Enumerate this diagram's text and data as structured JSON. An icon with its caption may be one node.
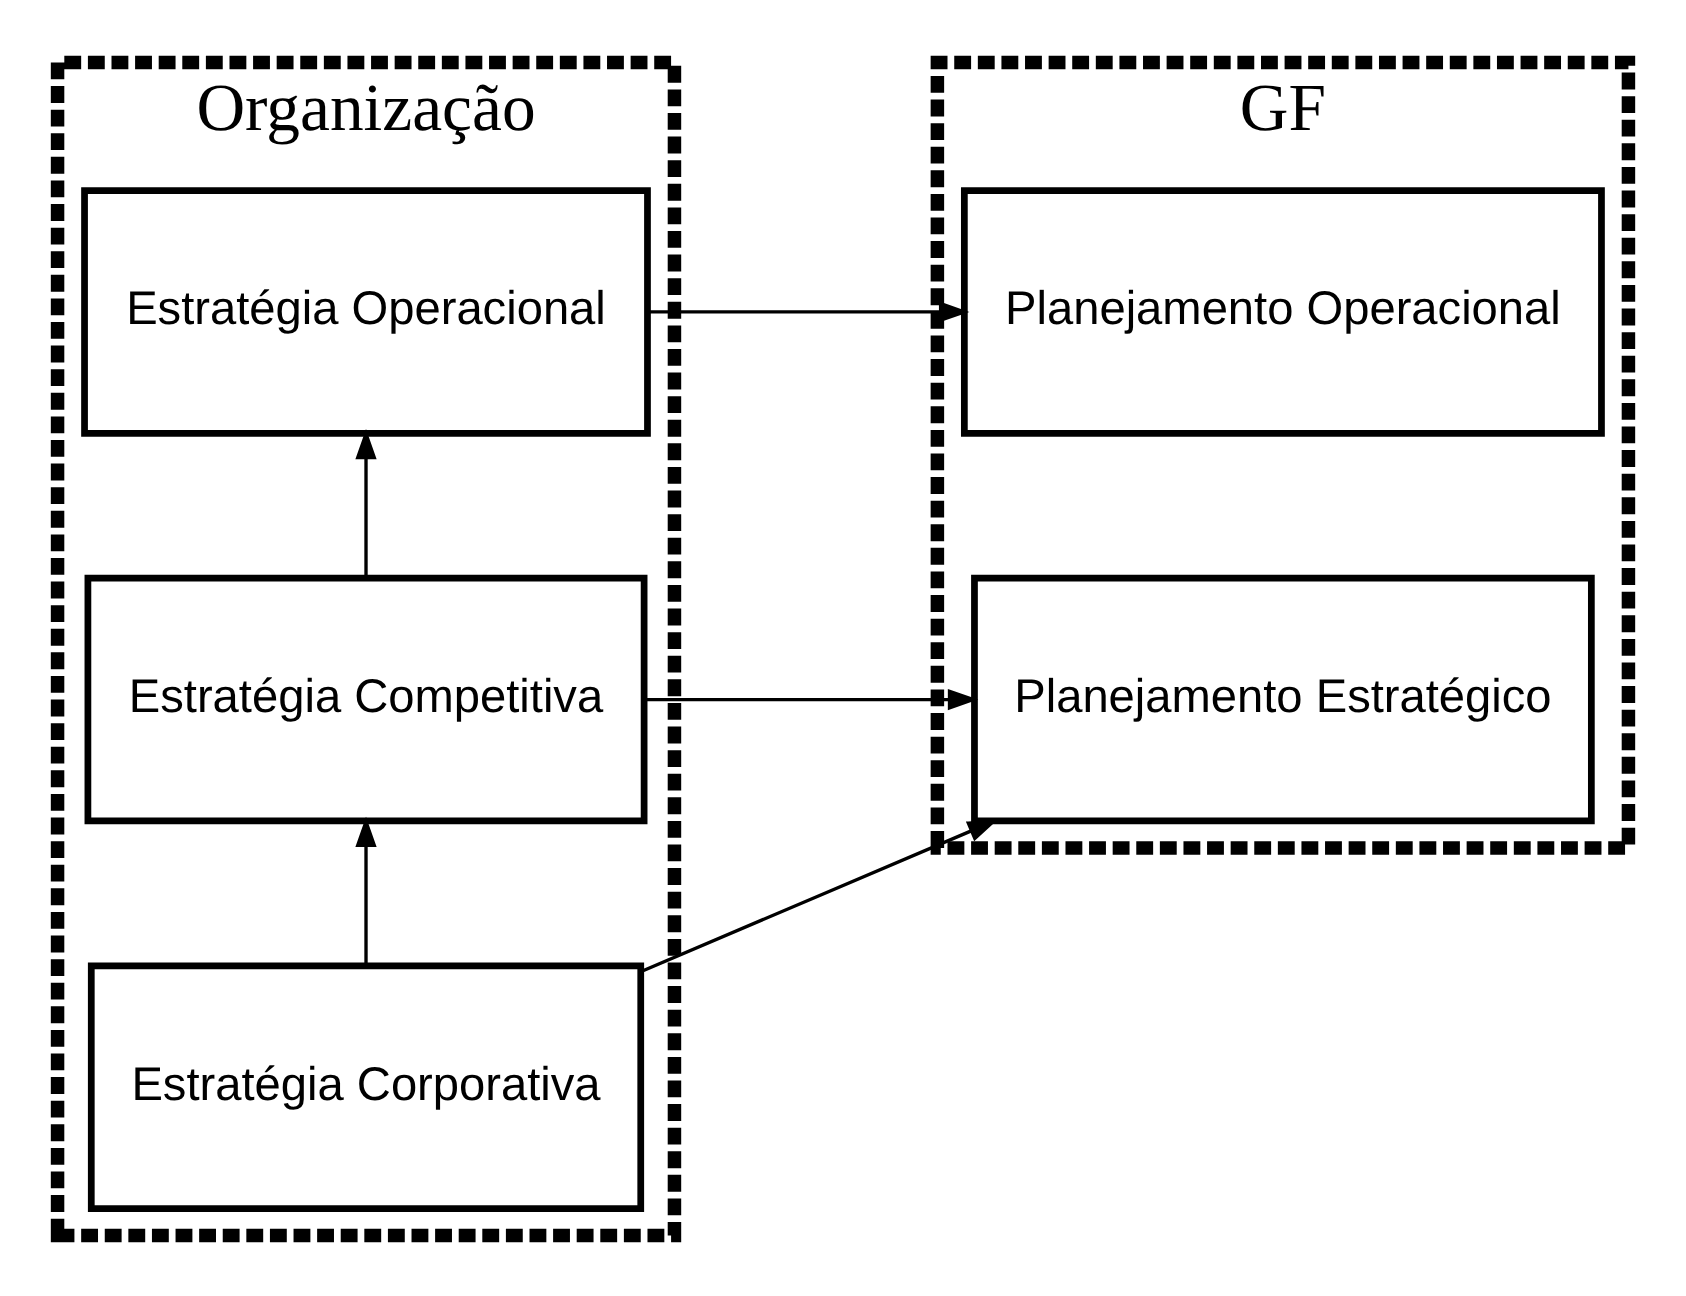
{
  "diagram": {
    "nodes": [
      {
        "text": [
          "Organização"
        ]
      },
      {
        "text": [
          "Estratégia Corporativa"
        ],
        "in": 0
      },
      {
        "text": [
          "Estratégia Competitiva"
        ],
        "in": 0
      },
      {
        "text": [
          "Estratégia Operacional"
        ],
        "in": 0
      },
      {
        "text": [
          "GF"
        ]
      },
      {
        "text": [
          "Planejamento Estratégico"
        ],
        "in": 4
      },
      {
        "text": [
          "Planejamento Operacional"
        ],
        "in": 4
      }
    ],
    "edges": [
      {
        "from": 1,
        "to": 2,
        "arrow": "to"
      },
      {
        "from": 2,
        "to": 3,
        "arrow": "to"
      },
      {
        "from": 1,
        "to": 5,
        "arrow": "to"
      },
      {
        "from": 2,
        "to": 5,
        "arrow": "to"
      },
      {
        "from": 3,
        "to": 6,
        "arrow": "to"
      }
    ]
  }
}
